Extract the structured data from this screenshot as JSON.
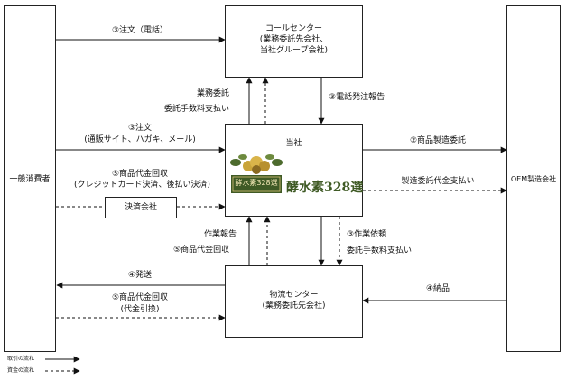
{
  "nodes": {
    "consumer": "一般消費者",
    "call_center": [
      "コールセンター",
      "(業務委託先会社、",
      "当社グループ会社)"
    ],
    "company": "当社",
    "oem": "OEM製造会社",
    "settlement": "決済会社",
    "logistics": [
      "物流センター",
      "(業務委託先会社)"
    ]
  },
  "logo": {
    "emblem_text": "酵水素328選",
    "wordmark": "酵水素328選"
  },
  "labels": {
    "order_phone": "③注文（電話）",
    "outsourcing": "業務委託",
    "commission_pay_1": "委託手数料支払い",
    "phone_order_report": "③電話発注報告",
    "order_web_1": "③注文",
    "order_web_2": "(通販サイト、ハガキ、メール)",
    "collect_1": "⑤商品代金回収",
    "collect_2": "(クレジットカード決済、後払い決済)",
    "manufacture_request": "②商品製造委託",
    "manufacture_payment": "製造委託代金支払い",
    "work_report": "作業報告",
    "collect_3": "⑤商品代金回収",
    "work_request": "③作業依頼",
    "commission_pay_2": "委託手数料支払い",
    "ship": "④発送",
    "collect_4": "⑤商品代金回収",
    "collect_5": "(代金引換)",
    "deliver": "④納品"
  },
  "legend": {
    "transaction": "取引の流れ",
    "money": "資金の流れ"
  }
}
